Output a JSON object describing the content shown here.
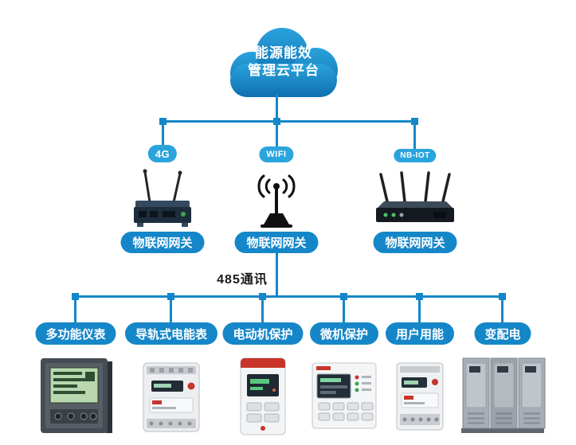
{
  "colors": {
    "line": "#1587c9",
    "badge": "#2aa4dd",
    "text-dark": "#1b1b1b"
  },
  "cloud": {
    "line1": "能源能效",
    "line2": "管理云平台"
  },
  "connectivity": {
    "badges": [
      {
        "label": "4G"
      },
      {
        "label": "WIFI"
      },
      {
        "label": "NB-IOT"
      }
    ]
  },
  "gateways": [
    {
      "label": "物联网网关"
    },
    {
      "label": "物联网网关"
    },
    {
      "label": "物联网网关"
    }
  ],
  "bus": {
    "label": "485通讯"
  },
  "devices": [
    {
      "label": "多功能仪表"
    },
    {
      "label": "导轨式电能表"
    },
    {
      "label": "电动机保护"
    },
    {
      "label": "微机保护"
    },
    {
      "label": "用户用能"
    },
    {
      "label": "变配电"
    }
  ]
}
